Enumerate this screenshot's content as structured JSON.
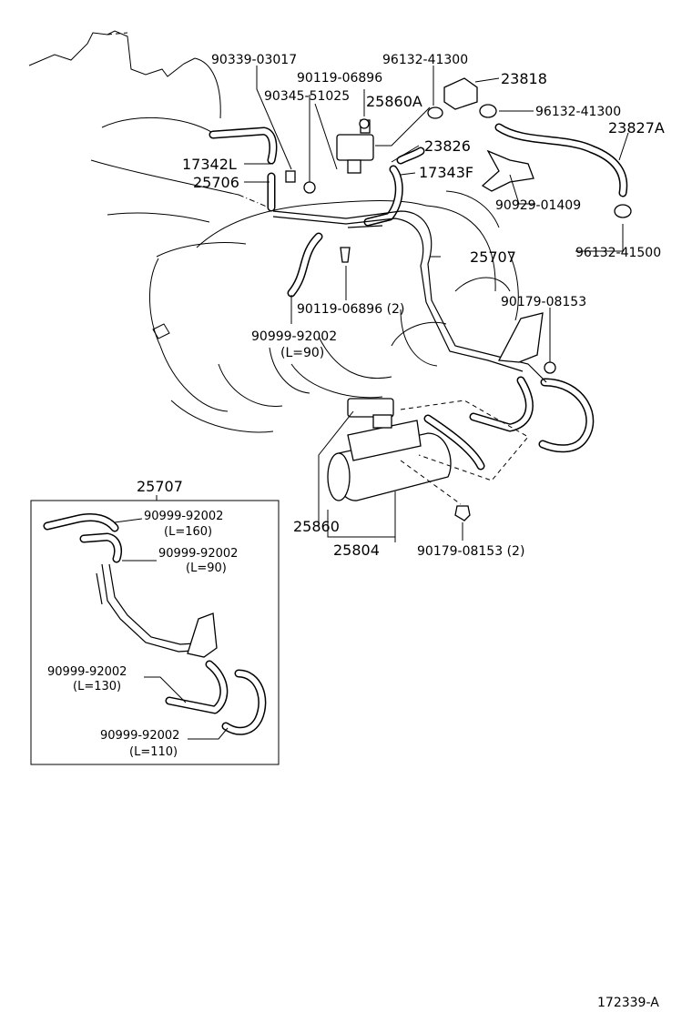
{
  "diagram_id": "172339-A",
  "labels": {
    "p90339_03017": "90339-03017",
    "p90119_06896_top": "90119-06896",
    "p96132_41300_top": "96132-41300",
    "p23818": "23818",
    "p90345_51025": "90345-51025",
    "p25860A": "25860A",
    "p96132_41300_right": "96132-41300",
    "p23827A": "23827A",
    "p23826": "23826",
    "p17342L": "17342L",
    "p17343F": "17343F",
    "p25706": "25706",
    "p90929_01409": "90929-01409",
    "p96132_41500": "96132-41500",
    "p25707_main": "25707",
    "p90179_08153_top": "90179-08153",
    "p90119_06896_2": "90119-06896 (2)",
    "p90999_92002_main": "90999-92002",
    "p90999_92002_main_len": "(L=90)",
    "p25860": "25860",
    "p25804": "25804",
    "p90179_08153_2": "90179-08153 (2)"
  },
  "inset": {
    "title": "25707",
    "hoses": [
      {
        "part": "90999-92002",
        "length": "(L=160)"
      },
      {
        "part": "90999-92002",
        "length": "(L=90)"
      },
      {
        "part": "90999-92002",
        "length": "(L=130)"
      },
      {
        "part": "90999-92002",
        "length": "(L=110)"
      }
    ]
  }
}
